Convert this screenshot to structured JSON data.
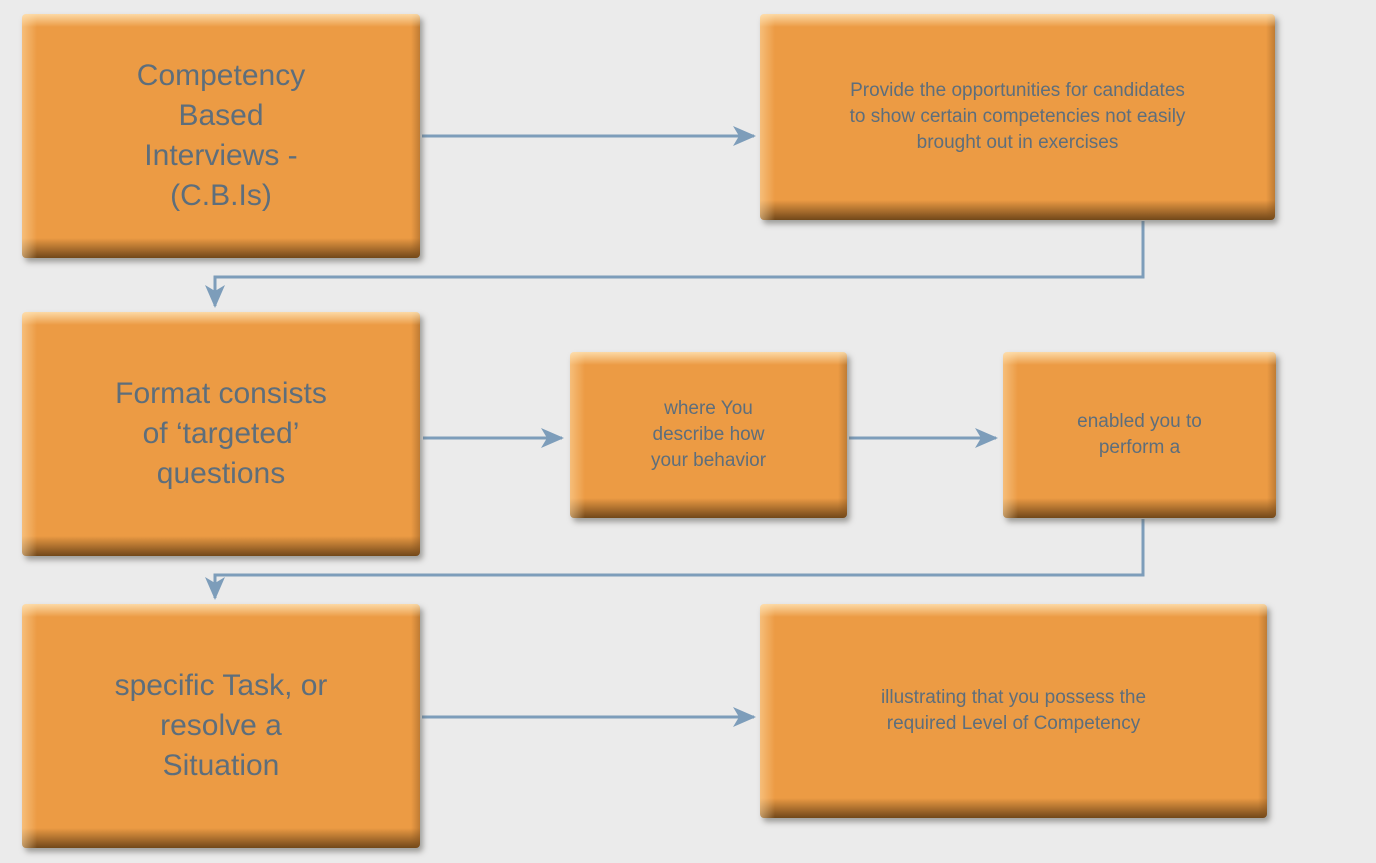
{
  "colors": {
    "background": "#ebebeb",
    "box_fill": "#ec9b44",
    "box_text": "#5d6e7c",
    "arrow": "#7d9dba"
  },
  "boxes": [
    {
      "name": "cbi",
      "text": "Competency\nBased\nInterviews -\n(C.B.Is)"
    },
    {
      "name": "provide-opportunities",
      "text": "Provide the opportunities for candidates\nto show certain competencies not easily\nbrought out in exercises"
    },
    {
      "name": "format-questions",
      "text": "Format consists\nof ‘targeted’\nquestions"
    },
    {
      "name": "describe-behavior",
      "text": "where You\ndescribe how\nyour behavior"
    },
    {
      "name": "enabled-perform",
      "text": "enabled you to\nperform a"
    },
    {
      "name": "specific-task",
      "text": "specific Task, or\nresolve a\nSituation"
    },
    {
      "name": "illustrating-competency",
      "text": "illustrating that you possess the\nrequired Level of Competency"
    }
  ],
  "connectors": [
    {
      "from": "cbi",
      "to": "provide-opportunities",
      "shape": "straight"
    },
    {
      "from": "provide-opportunities",
      "to": "format-questions",
      "shape": "elbow"
    },
    {
      "from": "format-questions",
      "to": "describe-behavior",
      "shape": "straight"
    },
    {
      "from": "describe-behavior",
      "to": "enabled-perform",
      "shape": "straight"
    },
    {
      "from": "enabled-perform",
      "to": "specific-task",
      "shape": "elbow"
    },
    {
      "from": "specific-task",
      "to": "illustrating-competency",
      "shape": "straight"
    }
  ]
}
